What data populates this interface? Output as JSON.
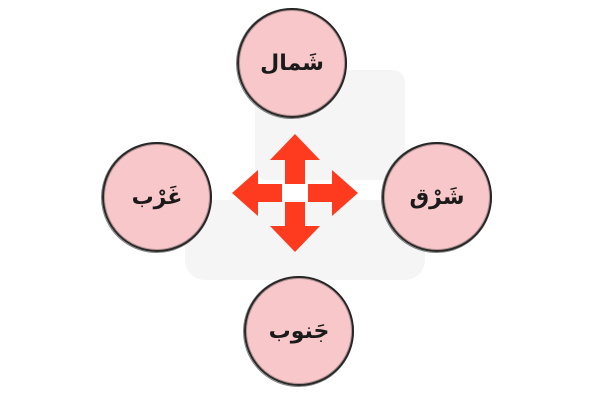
{
  "directions": {
    "north": "شَمال",
    "east": "شَرْق",
    "south": "جَنوب",
    "west": "غَرْب"
  },
  "colors": {
    "circle_fill": "#f7c7c9",
    "circle_stroke": "#2a2a2a",
    "arrow_fill": "#ff3b1f",
    "text": "#1a1a1a"
  },
  "icons": {
    "center": "four-way-arrows-icon",
    "watermark": "logo-watermark"
  }
}
